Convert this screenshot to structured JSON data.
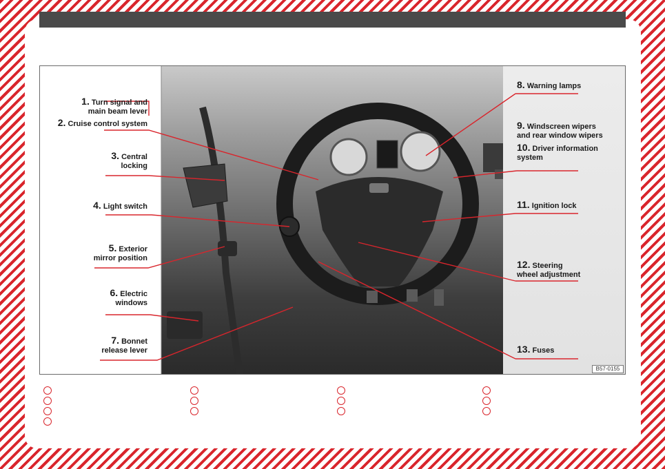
{
  "figure": {
    "code": "B57-0155",
    "callouts": [
      {
        "number": "1.",
        "lines": [
          "Turn signal and",
          "main beam lever"
        ]
      },
      {
        "number": "2.",
        "lines": [
          "Cruise control system"
        ]
      },
      {
        "number": "3.",
        "lines": [
          "Central",
          "locking"
        ]
      },
      {
        "number": "4.",
        "lines": [
          "Light switch"
        ]
      },
      {
        "number": "5.",
        "lines": [
          "Exterior",
          "mirror position"
        ]
      },
      {
        "number": "6.",
        "lines": [
          "Electric",
          "windows"
        ]
      },
      {
        "number": "7.",
        "lines": [
          "Bonnet",
          "release lever"
        ]
      },
      {
        "number": "8.",
        "lines": [
          "Warning lamps"
        ]
      },
      {
        "number": "9.",
        "lines": [
          "Windscreen wipers",
          "and rear window wipers"
        ]
      },
      {
        "number": "10.",
        "lines": [
          "Driver information",
          "system"
        ]
      },
      {
        "number": "11.",
        "lines": [
          "Ignition lock"
        ]
      },
      {
        "number": "12.",
        "lines": [
          "Steering",
          "wheel adjustment"
        ]
      },
      {
        "number": "13.",
        "lines": [
          "Fuses"
        ]
      }
    ]
  },
  "colors": {
    "accent": "#d9252c",
    "header": "#4a4a4a"
  }
}
